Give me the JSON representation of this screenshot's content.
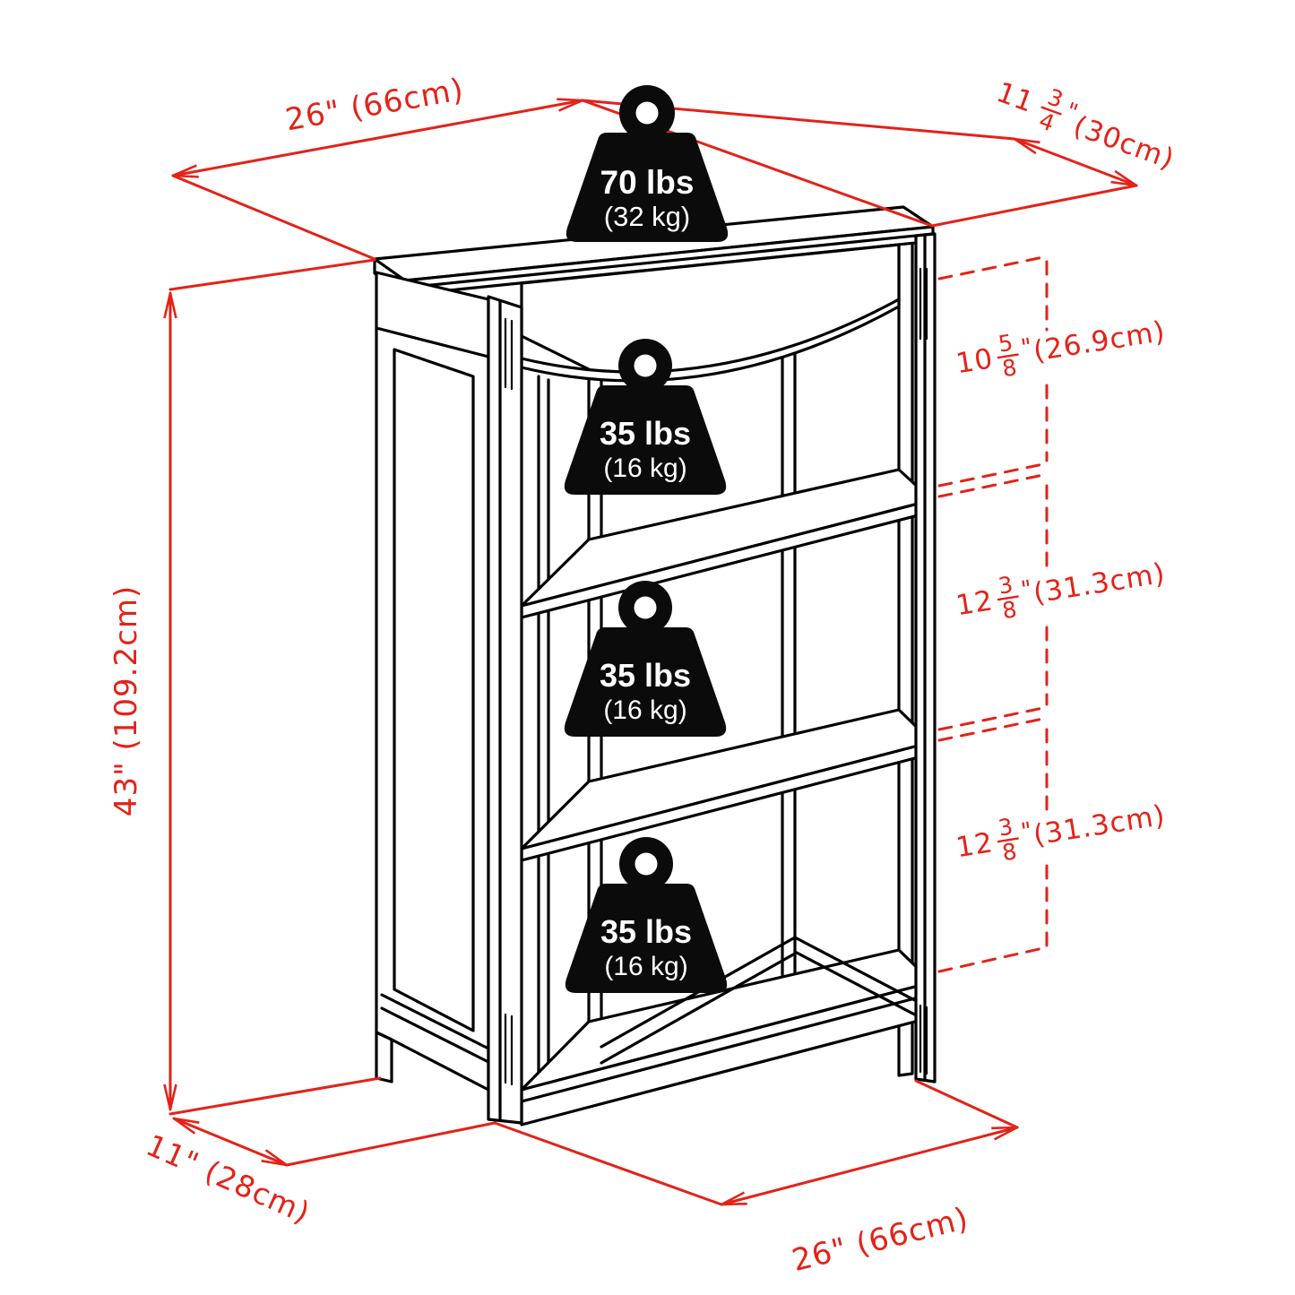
{
  "colors": {
    "dimension_red": "#e32219",
    "drawing_black": "#000000",
    "background": "#ffffff",
    "weight_fill": "#0b0b0b",
    "weight_text": "#ffffff"
  },
  "dimensions": {
    "top_width": {
      "label": "26\" (66cm)"
    },
    "top_depth": {
      "whole": "11",
      "numerator": "3",
      "denominator": "4",
      "inch_mark": "\"",
      "metric": "(30cm)"
    },
    "height": {
      "label": "43\" (109.2cm)"
    },
    "bottom_depth": {
      "label": "11\" (28cm)"
    },
    "bottom_width": {
      "label": "26\" (66cm)"
    },
    "shelf_spacings": [
      {
        "whole": "10",
        "numerator": "5",
        "denominator": "8",
        "inch_mark": "\"",
        "metric": "(26.9cm)"
      },
      {
        "whole": "12",
        "numerator": "3",
        "denominator": "8",
        "inch_mark": "\"",
        "metric": "(31.3cm)"
      },
      {
        "whole": "12",
        "numerator": "3",
        "denominator": "8",
        "inch_mark": "\"",
        "metric": "(31.3cm)"
      }
    ]
  },
  "weights": {
    "top": {
      "pounds": "70 lbs",
      "kilograms": "(32 kg)"
    },
    "shelves": [
      {
        "pounds": "35 lbs",
        "kilograms": "(16 kg)"
      },
      {
        "pounds": "35 lbs",
        "kilograms": "(16 kg)"
      },
      {
        "pounds": "35 lbs",
        "kilograms": "(16 kg)"
      }
    ]
  }
}
